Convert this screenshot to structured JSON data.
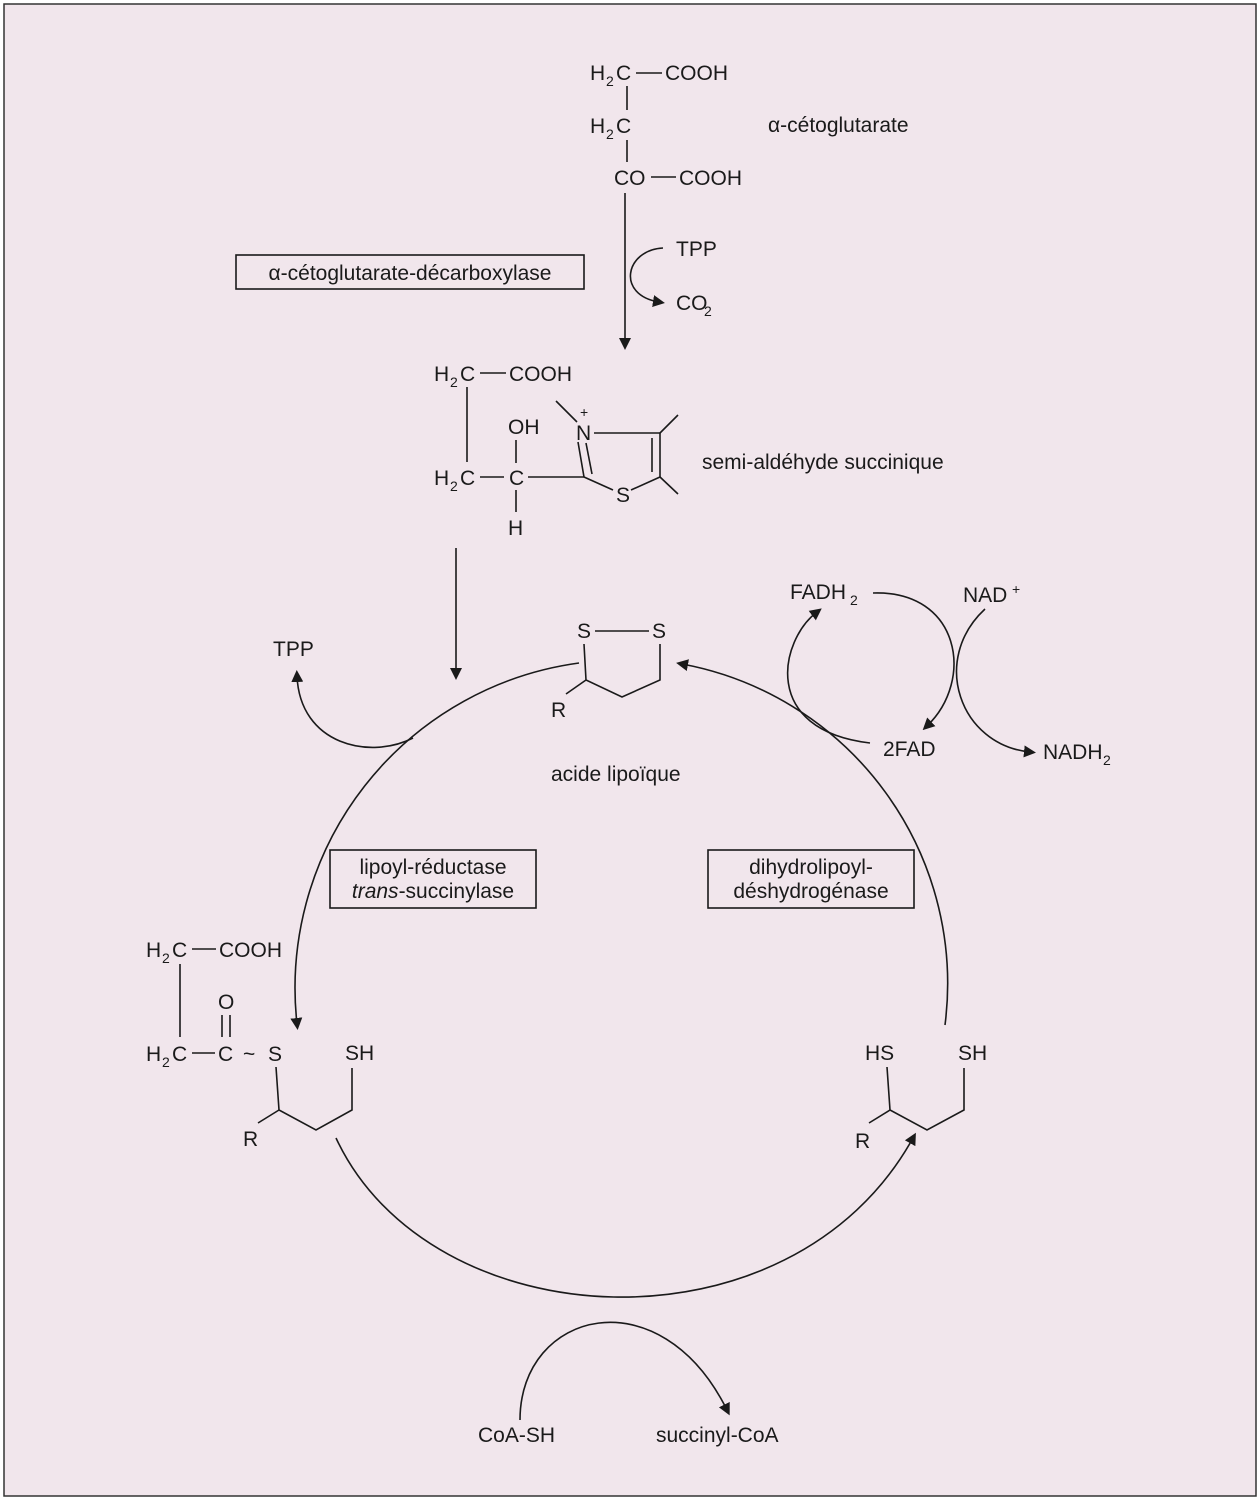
{
  "colors": {
    "background": "#f1e6ec",
    "ink": "#1a1a1a",
    "border": "#333333"
  },
  "molecules": {
    "alpha_ketoglutarate": {
      "name": "α-cétoglutarate",
      "l1_h": "H",
      "l1_sub": "2",
      "l1_c": "C",
      "l1_cooh": "COOH",
      "l2_h": "H",
      "l2_sub": "2",
      "l2_c": "C",
      "l3_co": "CO",
      "l3_cooh": "COOH"
    },
    "semialdehyde": {
      "name": "semi-aldéhyde succinique",
      "l1_h": "H",
      "l1_sub": "2",
      "l1_c": "C",
      "l1_cooh": "COOH",
      "oh": "OH",
      "l2_h": "H",
      "l2_sub": "2",
      "l2_c": "C",
      "c_center": "C",
      "h_bottom": "H",
      "n": "N",
      "plus": "+",
      "s": "S"
    },
    "lipoic": {
      "name": "acide lipoïque",
      "s1": "S",
      "s2": "S",
      "r": "R"
    },
    "acyl_lipoamide": {
      "l1_h": "H",
      "l1_sub": "2",
      "l1_c": "C",
      "l1_cooh": "COOH",
      "o": "O",
      "l2_h": "H",
      "l2_sub": "2",
      "l2_c": "C",
      "c2": "C",
      "tilde": "~",
      "s": "S",
      "sh": "SH",
      "r": "R"
    },
    "dihydrolipoamide": {
      "hs": "HS",
      "sh": "SH",
      "r": "R"
    }
  },
  "enzymes": {
    "decarboxylase": "α-cétoglutarate-décarboxylase",
    "reductase_line1": "lipoyl-réductase",
    "reductase_line2_ital": "trans",
    "reductase_line2_rest": "-succinylase",
    "dehydrogenase_line1": "dihydrolipoyl-",
    "dehydrogenase_line2": "déshydrogénase"
  },
  "cofactors": {
    "tpp_in": "TPP",
    "co2": "CO",
    "co2_sub": "2",
    "tpp_out": "TPP",
    "fadh2": "FADH",
    "fadh2_sub": "2",
    "nad": "NAD",
    "nad_sup": "+",
    "fad": "2FAD",
    "nadh2": "NADH",
    "nadh2_sub": "2",
    "coash": "CoA-SH",
    "succinylcoa": "succinyl-CoA"
  }
}
